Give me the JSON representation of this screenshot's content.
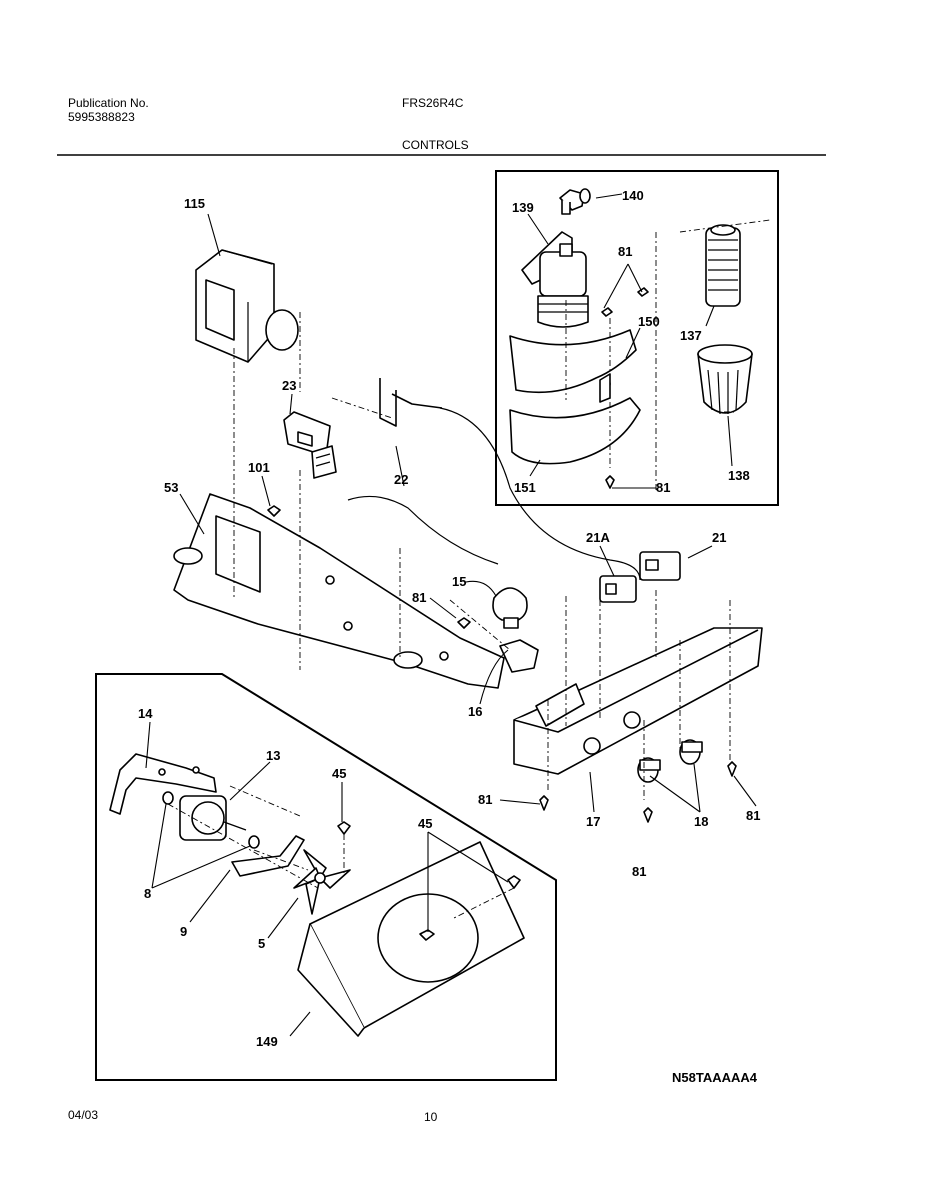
{
  "header": {
    "publication_label": "Publication No.",
    "publication_number": "5995388823",
    "model": "FRS26R4C",
    "section": "CONTROLS"
  },
  "footer": {
    "date": "04/03",
    "page": "10"
  },
  "drawing_code": "N58TAAAAA4",
  "callouts": {
    "c115": "115",
    "c23": "23",
    "c101": "101",
    "c53": "53",
    "c22": "22",
    "c15": "15",
    "c81_mid": "81",
    "c16": "16",
    "c21A": "21A",
    "c21": "21",
    "c139": "139",
    "c140": "140",
    "c81_filter_top": "81",
    "c150": "150",
    "c137": "137",
    "c151": "151",
    "c81_filter_bottom": "81",
    "c138": "138",
    "c14": "14",
    "c13": "13",
    "c45_top": "45",
    "c45_mid": "45",
    "c8": "8",
    "c9": "9",
    "c5": "5",
    "c149": "149",
    "c81_housing_left": "81",
    "c17": "17",
    "c18": "18",
    "c81_housing_right": "81",
    "c81_housing_bottom": "81"
  }
}
